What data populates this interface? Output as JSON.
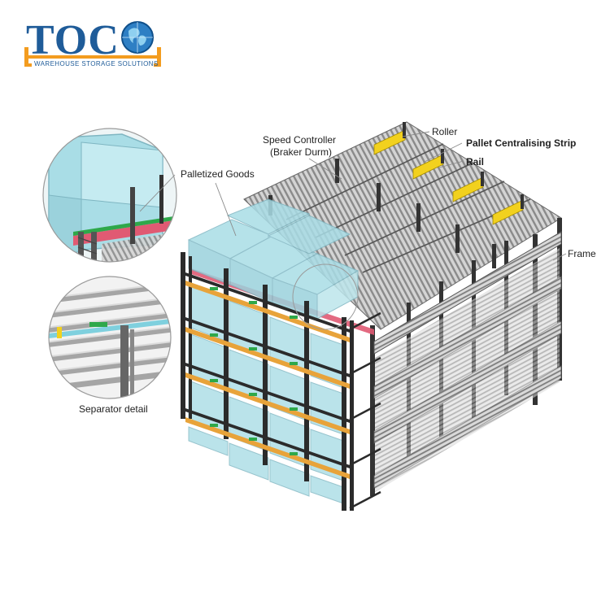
{
  "logo": {
    "wordmark": "TOC",
    "tagline": "WAREHOUSE STORAGE SOLUTIONS",
    "colors": {
      "wordmark": "#1f5c99",
      "bracket": "#f39c1f",
      "globe": "#2e7fc4",
      "tagline": "#1f5c99"
    },
    "icon": "globe-icon"
  },
  "labels": {
    "palletized_goods": "Palletized Goods",
    "separator_detail": "Separator detail",
    "speed_controller_line1": "Speed Controller",
    "speed_controller_line2": "(Braker Durm)",
    "roller": "Roller",
    "pallet_centralising_strip": "Pallet Centralising Strip",
    "rail": "Rail",
    "frame": "Frame"
  },
  "colors": {
    "frame_upright": "#2b2b2b",
    "beam_orange": "#e8a33a",
    "glass_box": "#a9dde6",
    "glass_edge": "#7fb6c2",
    "roller_grey": "#b9b9b9",
    "pink_strip": "#e05a73",
    "green_accent": "#2ea84a",
    "yellow_strip": "#f2d11e"
  }
}
